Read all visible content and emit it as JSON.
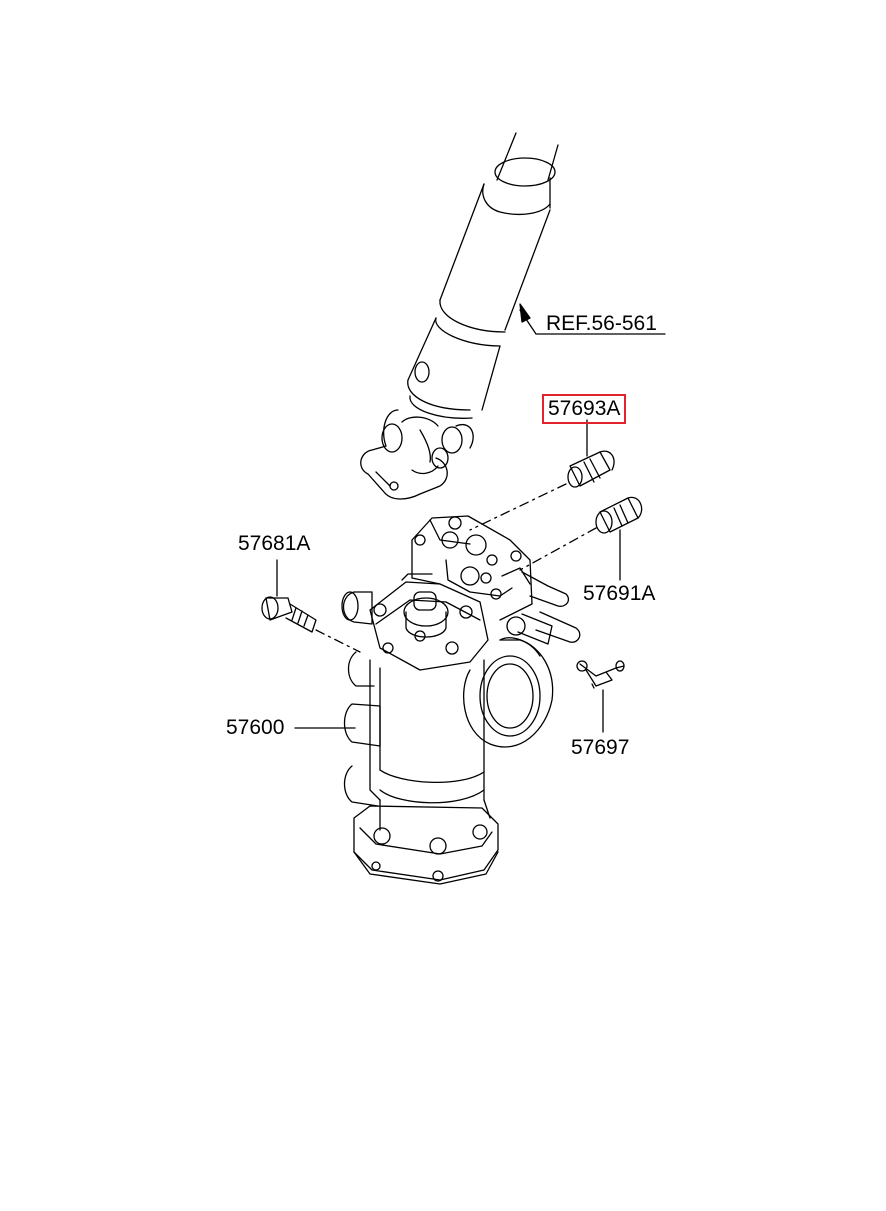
{
  "labels": {
    "ref": "REF.56-561",
    "part_57693A": "57693A",
    "part_57681A": "57681A",
    "part_57691A": "57691A",
    "part_57600": "57600",
    "part_57697": "57697"
  },
  "colors": {
    "line": "#000000",
    "highlight": "#e0242a",
    "background": "#ffffff"
  }
}
